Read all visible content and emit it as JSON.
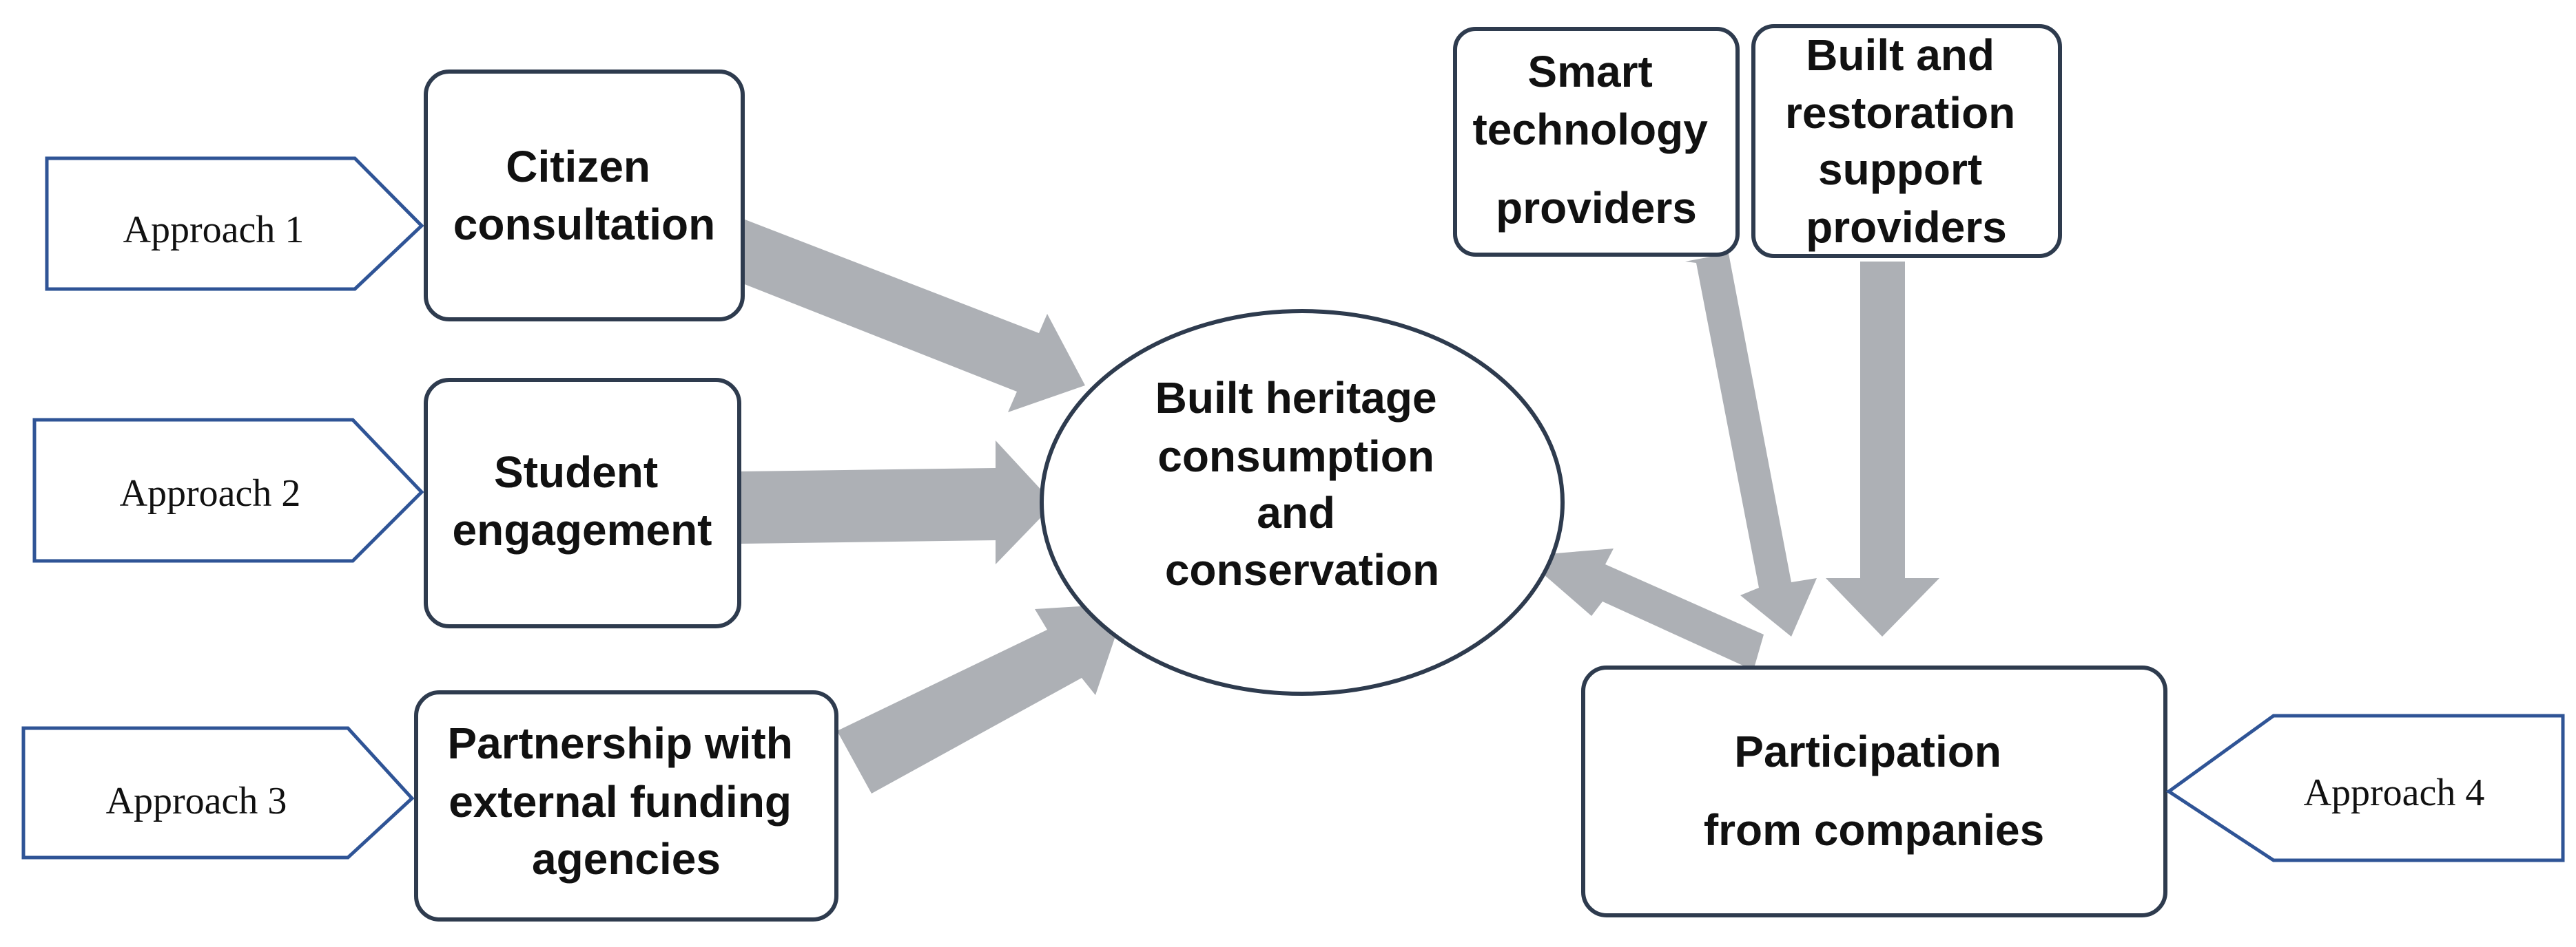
{
  "center": {
    "lines": [
      "Built heritage",
      "consumption",
      "and",
      "conservation"
    ]
  },
  "boxes": {
    "citizen": {
      "lines": [
        "Citizen",
        "consultation"
      ]
    },
    "student": {
      "lines": [
        "Student",
        "engagement"
      ]
    },
    "partnership": {
      "lines": [
        "Partnership with",
        "external funding",
        "agencies"
      ]
    },
    "smart_tech": {
      "lines": [
        "Smart",
        "technology",
        "providers"
      ]
    },
    "built_restoration": {
      "lines": [
        "Built and",
        "restoration",
        "support",
        "providers"
      ]
    },
    "companies": {
      "lines": [
        "Participation",
        "from companies"
      ]
    }
  },
  "approaches": {
    "a1": "Approach 1",
    "a2": "Approach 2",
    "a3": "Approach 3",
    "a4": "Approach 4"
  },
  "colors": {
    "arrow": "#adb0b5",
    "box_border": "#2e3b4e",
    "tag_border": "#2f5496"
  }
}
